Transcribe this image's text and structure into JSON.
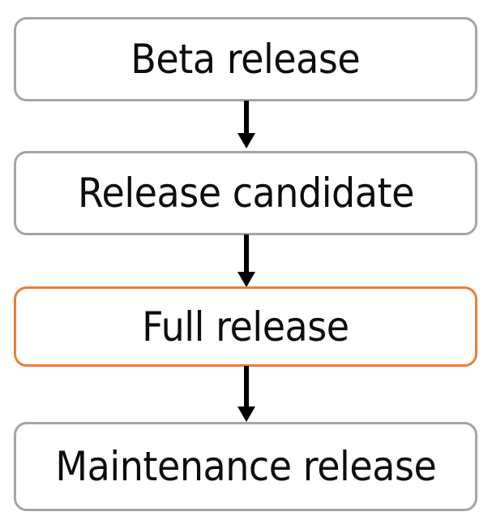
{
  "diagram": {
    "type": "flowchart",
    "orientation": "vertical-top-to-bottom",
    "background_color": "#FFFFFF",
    "colors": {
      "default_border": "#A5A5A5",
      "highlight_border": "#ED7D31",
      "node_fill": "#FFFFFF",
      "text": "#0D0D0D",
      "connector": "#000000"
    },
    "nodes": [
      {
        "id": "beta-release",
        "label": "Beta release",
        "border_color": "#A5A5A5",
        "highlighted": false
      },
      {
        "id": "release-candidate",
        "label": "Release candidate",
        "border_color": "#A5A5A5",
        "highlighted": false
      },
      {
        "id": "full-release",
        "label": "Full release",
        "border_color": "#ED7D31",
        "highlighted": true
      },
      {
        "id": "maintenance-release",
        "label": "Maintenance release",
        "border_color": "#A5A5A5",
        "highlighted": false
      }
    ],
    "connectors": [
      {
        "id": "arrow-1",
        "from": "beta-release",
        "to": "release-candidate",
        "style": "solid-arrow-down"
      },
      {
        "id": "arrow-2",
        "from": "release-candidate",
        "to": "full-release",
        "style": "solid-arrow-down"
      },
      {
        "id": "arrow-3",
        "from": "full-release",
        "to": "maintenance-release",
        "style": "solid-arrow-down"
      }
    ]
  }
}
